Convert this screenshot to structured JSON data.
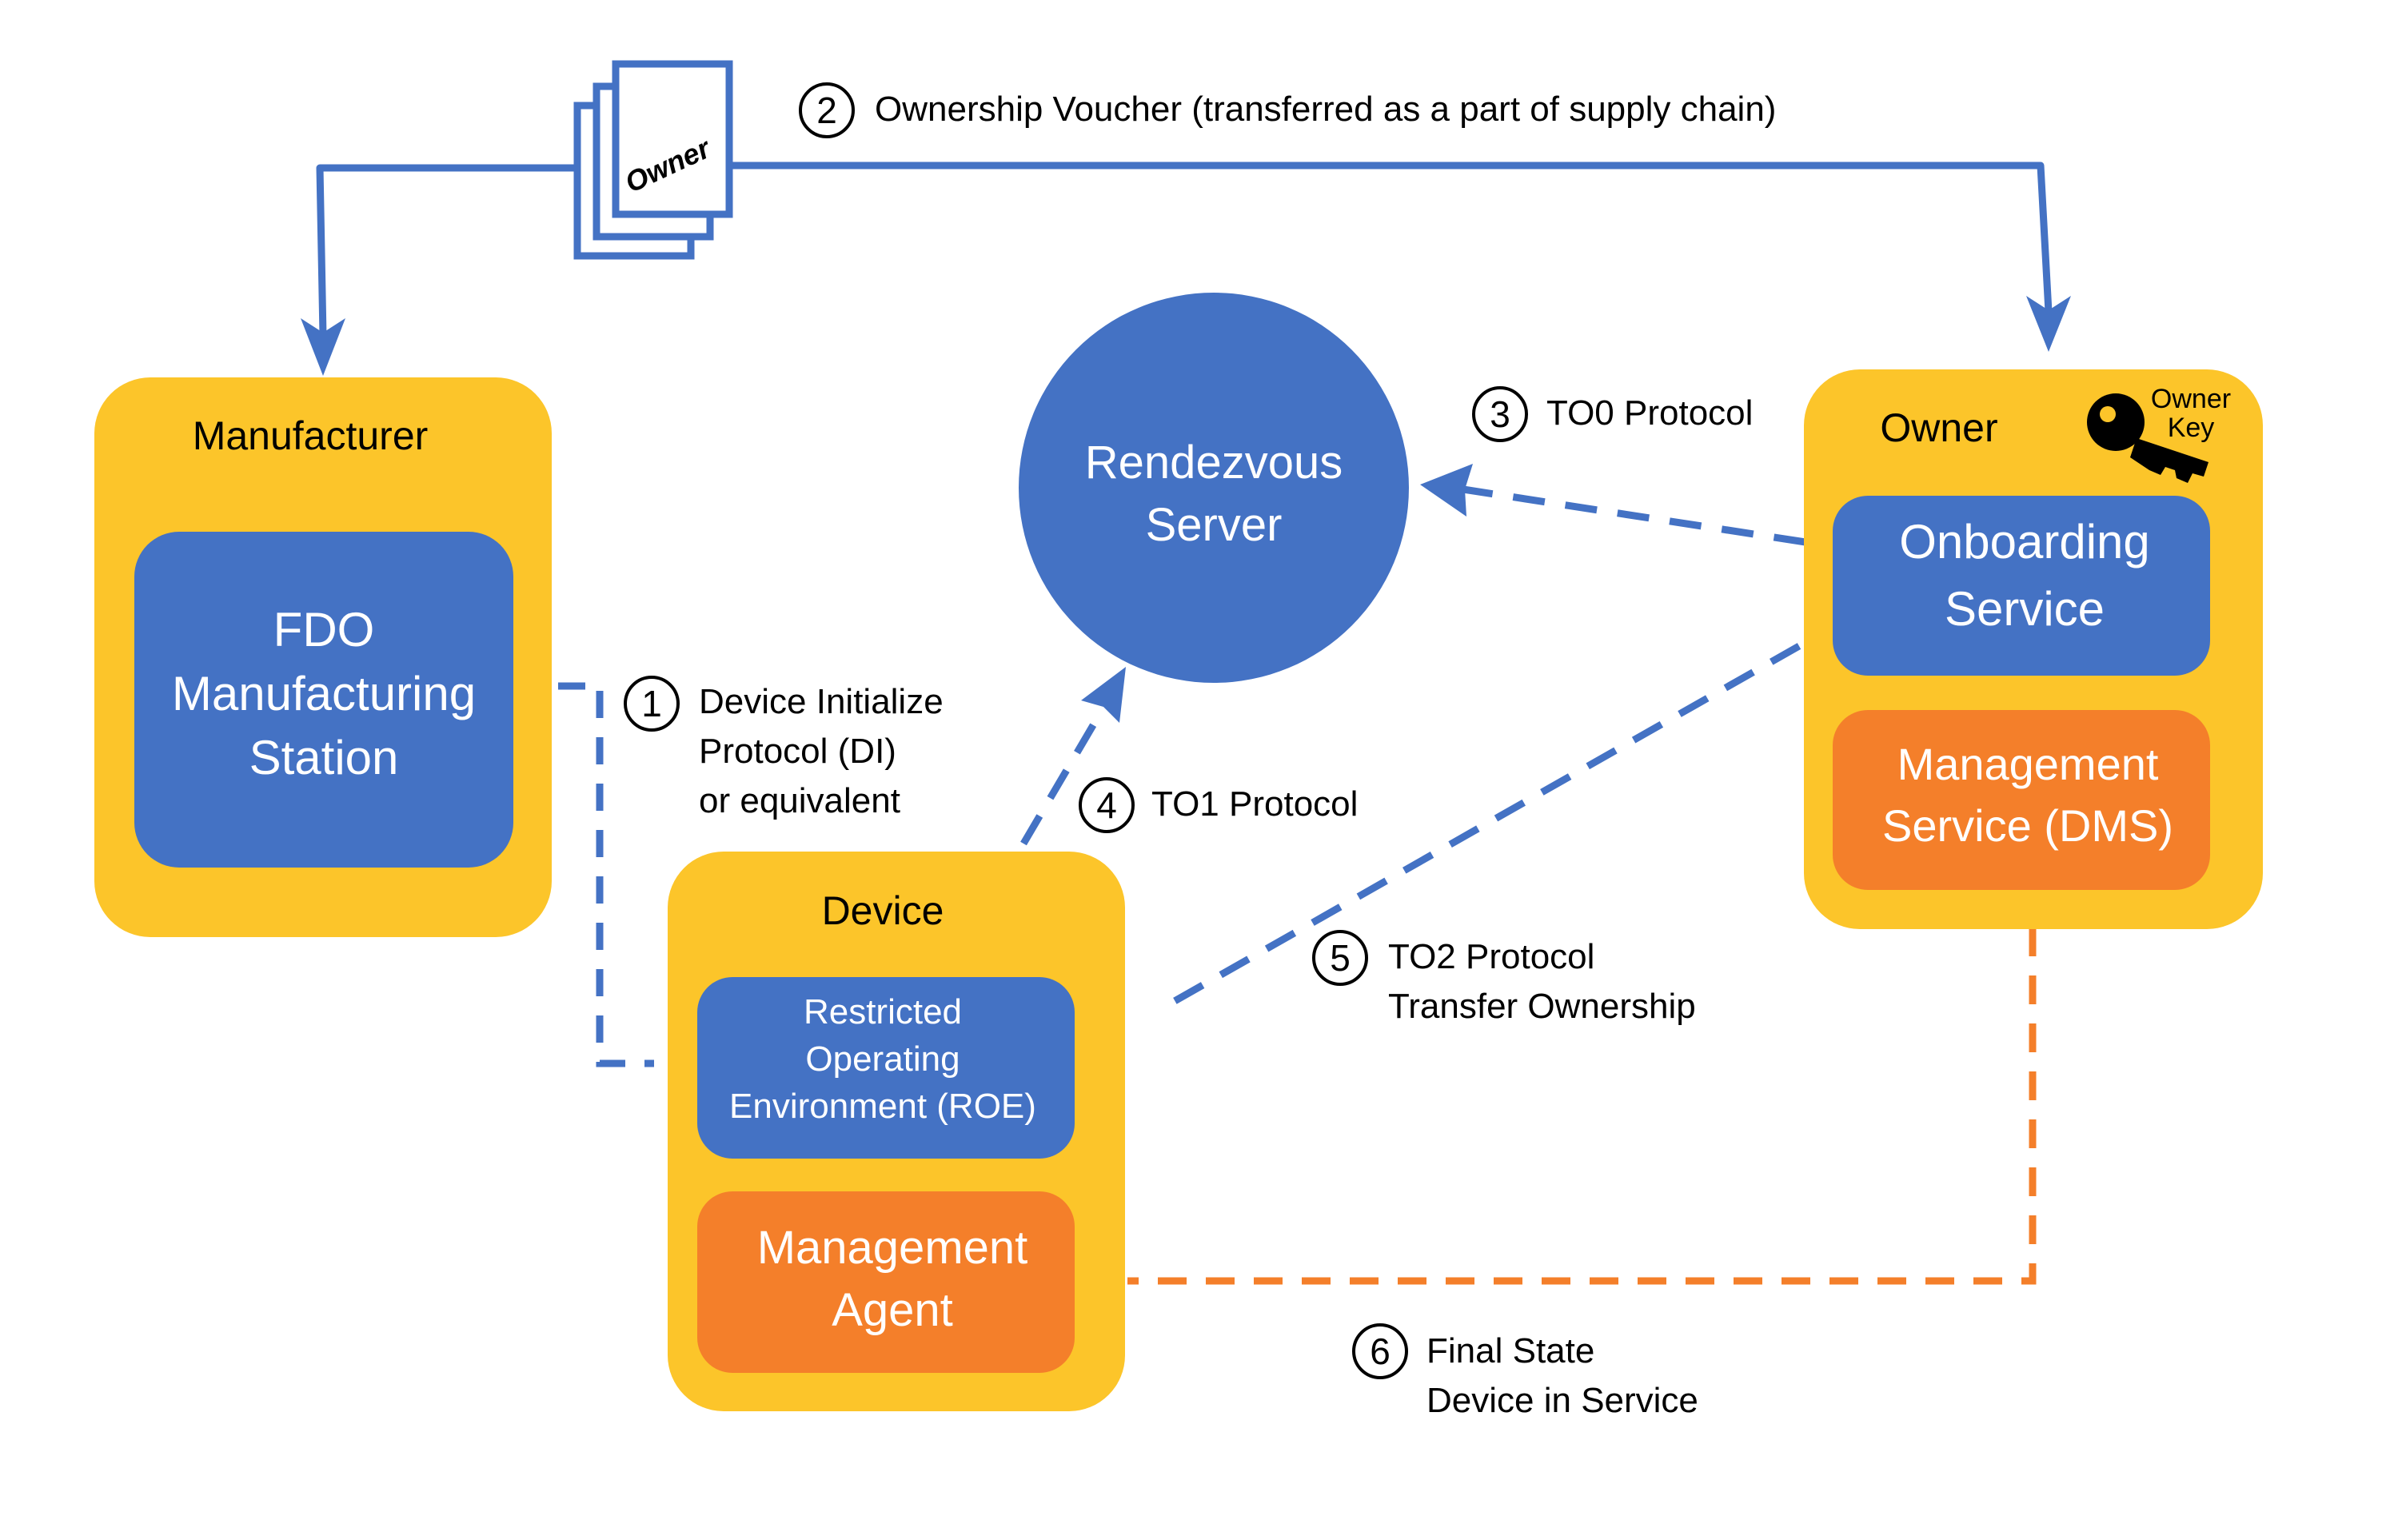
{
  "colors": {
    "blue": "#4472c4",
    "orange": "#f47f2a",
    "yellow": "#fcc52a",
    "white": "#ffffff",
    "black": "#000000"
  },
  "voucher": {
    "label": "Owner",
    "icon": "document-stack-icon"
  },
  "manufacturer": {
    "title": "Manufacturer",
    "station": [
      "FDO",
      "Manufacturing",
      "Station"
    ]
  },
  "rendezvous": [
    "Rendezvous",
    "Server"
  ],
  "owner": {
    "title": "Owner",
    "key_label": [
      "Owner",
      "Key"
    ],
    "key_icon": "key-icon",
    "onboarding": [
      "Onboarding",
      "Service"
    ],
    "management": [
      "Management",
      "Service (DMS)"
    ]
  },
  "device": {
    "title": "Device",
    "roe": [
      "Restricted",
      "Operating",
      "Environment (ROE)"
    ],
    "agent": [
      "Management",
      "Agent"
    ]
  },
  "steps": [
    {
      "num": "1",
      "lines": [
        "Device Initialize",
        "Protocol (DI)",
        "or equivalent"
      ]
    },
    {
      "num": "2",
      "lines": [
        "Ownership Voucher (transferred as a part of supply chain)"
      ]
    },
    {
      "num": "3",
      "lines": [
        "TO0 Protocol"
      ]
    },
    {
      "num": "4",
      "lines": [
        "TO1 Protocol"
      ]
    },
    {
      "num": "5",
      "lines": [
        "TO2 Protocol",
        "Transfer Ownership"
      ]
    },
    {
      "num": "6",
      "lines": [
        "Final State",
        "Device in Service"
      ]
    }
  ]
}
